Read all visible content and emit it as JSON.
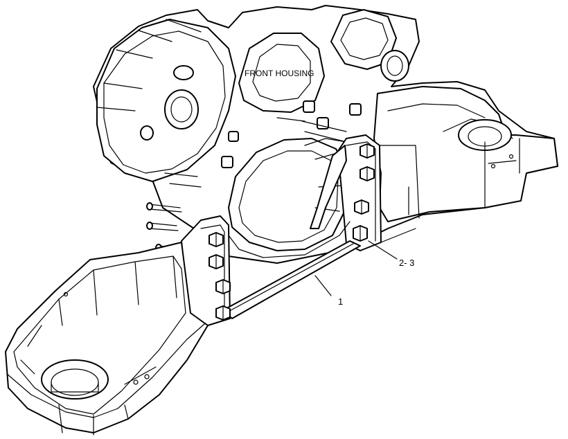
{
  "figure": {
    "labels": {
      "front_housing": "FRONT HOUSING",
      "callout_1": "1",
      "callout_2_3": "2- 3"
    },
    "colors": {
      "background": "#ffffff",
      "ink": "#000000"
    }
  }
}
